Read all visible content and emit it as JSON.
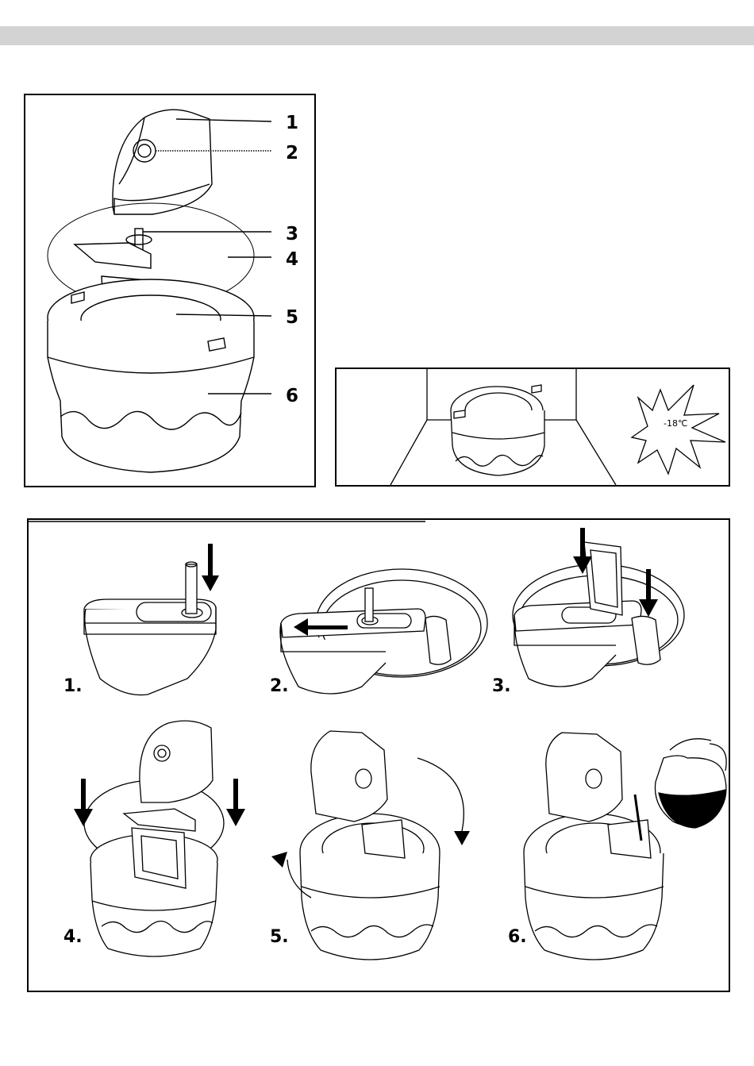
{
  "parts": {
    "labels": [
      "1",
      "2",
      "3",
      "4",
      "5",
      "6"
    ]
  },
  "freezer": {
    "temperature": "-18℃"
  },
  "steps": {
    "labels": [
      "1.",
      "2.",
      "3.",
      "4.",
      "5.",
      "6."
    ]
  },
  "colors": {
    "ink": "#000000",
    "header_bar": "#d3d3d3",
    "fill_light": "#ffffff"
  },
  "icons": [
    "down-arrow-icon",
    "left-arrow-icon",
    "rotate-arrow-icon",
    "starburst-icon",
    "jug-icon"
  ]
}
